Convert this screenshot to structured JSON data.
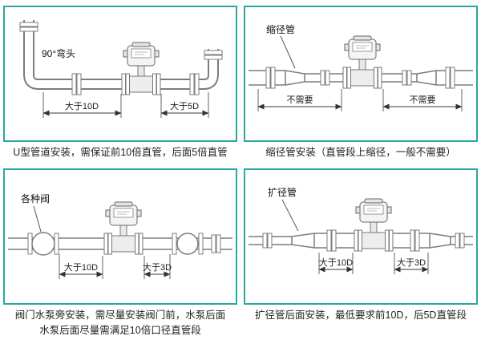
{
  "accent": "#2aa79f",
  "panels": [
    {
      "callout": "90°弯头",
      "dim1": "大于10D",
      "dim2": "大于5D",
      "caption": "U型管道安装，需保证前10倍直管，后面5倍直管"
    },
    {
      "callout": "缩径管",
      "dim1": "不需要",
      "dim2": "不需要",
      "caption": "缩径管安装（直管段上缩径，一般不需要）"
    },
    {
      "callout": "各种阀",
      "dim1": "大于10D",
      "dim2": "大于3D",
      "caption": "阀门水泵旁安装，需尽量安装阀门前，水泵后面\n水泵后面尽量需满足10倍口径直管段"
    },
    {
      "callout": "扩径管",
      "dim1": "大于10D",
      "dim2": "大于3D",
      "caption": "扩径管后面安装，最低要求前10D，后5D直管段"
    }
  ]
}
